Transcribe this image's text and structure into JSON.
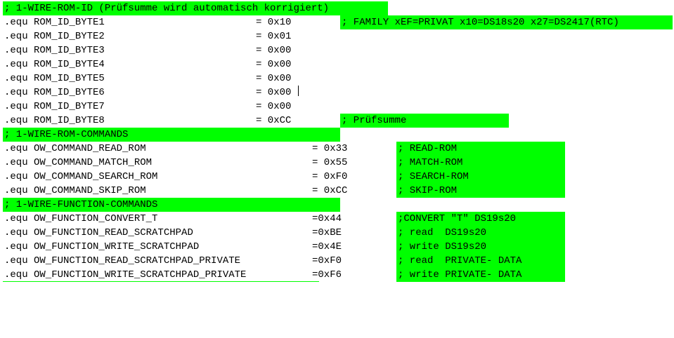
{
  "editor": {
    "highlight_color": "#00ff00",
    "lines": [
      {
        "type": "header",
        "text": "; 1-WIRE-ROM-ID (Prüfsumme wird automatisch korrigiert)"
      },
      {
        "type": "equ",
        "name": ".equ ROM_ID_BYTE1",
        "value": "= 0x10",
        "comment": "; FAMILY xEF=PRIVAT x10=DS18s20 x27=DS2417(RTC)"
      },
      {
        "type": "equ",
        "name": ".equ ROM_ID_BYTE2",
        "value": "= 0x01",
        "comment": ""
      },
      {
        "type": "equ",
        "name": ".equ ROM_ID_BYTE3",
        "value": "= 0x00",
        "comment": ""
      },
      {
        "type": "equ",
        "name": ".equ ROM_ID_BYTE4",
        "value": "= 0x00",
        "comment": ""
      },
      {
        "type": "equ",
        "name": ".equ ROM_ID_BYTE5",
        "value": "= 0x00",
        "comment": ""
      },
      {
        "type": "equ",
        "name": ".equ ROM_ID_BYTE6",
        "value": "= 0x00",
        "comment": ""
      },
      {
        "type": "equ",
        "name": ".equ ROM_ID_BYTE7",
        "value": "= 0x00",
        "comment": ""
      },
      {
        "type": "equ",
        "name": ".equ ROM_ID_BYTE8",
        "value": "= 0xCC",
        "comment": "; Prüfsumme"
      },
      {
        "type": "header",
        "text": "; 1-WIRE-ROM-COMMANDS"
      },
      {
        "type": "equ",
        "name": ".equ OW_COMMAND_READ_ROM",
        "value": "= 0x33",
        "comment": "; READ-ROM"
      },
      {
        "type": "equ",
        "name": ".equ OW_COMMAND_MATCH_ROM",
        "value": "= 0x55",
        "comment": "; MATCH-ROM"
      },
      {
        "type": "equ",
        "name": ".equ OW_COMMAND_SEARCH_ROM",
        "value": "= 0xF0",
        "comment": "; SEARCH-ROM"
      },
      {
        "type": "equ",
        "name": ".equ OW_COMMAND_SKIP_ROM",
        "value": "= 0xCC",
        "comment": "; SKIP-ROM"
      },
      {
        "type": "header",
        "text": "; 1-WIRE-FUNCTION-COMMANDS"
      },
      {
        "type": "equ",
        "name": ".equ OW_FUNCTION_CONVERT_T",
        "value": "=0x44",
        "comment": ";CONVERT \"T\" DS19s20"
      },
      {
        "type": "equ",
        "name": ".equ OW_FUNCTION_READ_SCRATCHPAD",
        "value": "=0xBE",
        "comment": "; read  DS19s20"
      },
      {
        "type": "equ",
        "name": ".equ OW_FUNCTION_WRITE_SCRATCHPAD",
        "value": "=0x4E",
        "comment": "; write DS19s20"
      },
      {
        "type": "equ",
        "name": ".equ OW_FUNCTION_READ_SCRATCHPAD_PRIVATE",
        "value": "=0xF0",
        "comment": "; read  PRIVATE- DATA"
      },
      {
        "type": "equ",
        "name": ".equ OW_FUNCTION_WRITE_SCRATCHPAD_PRIVATE",
        "value": "=0xF6",
        "comment": "; write PRIVATE- DATA"
      }
    ]
  }
}
